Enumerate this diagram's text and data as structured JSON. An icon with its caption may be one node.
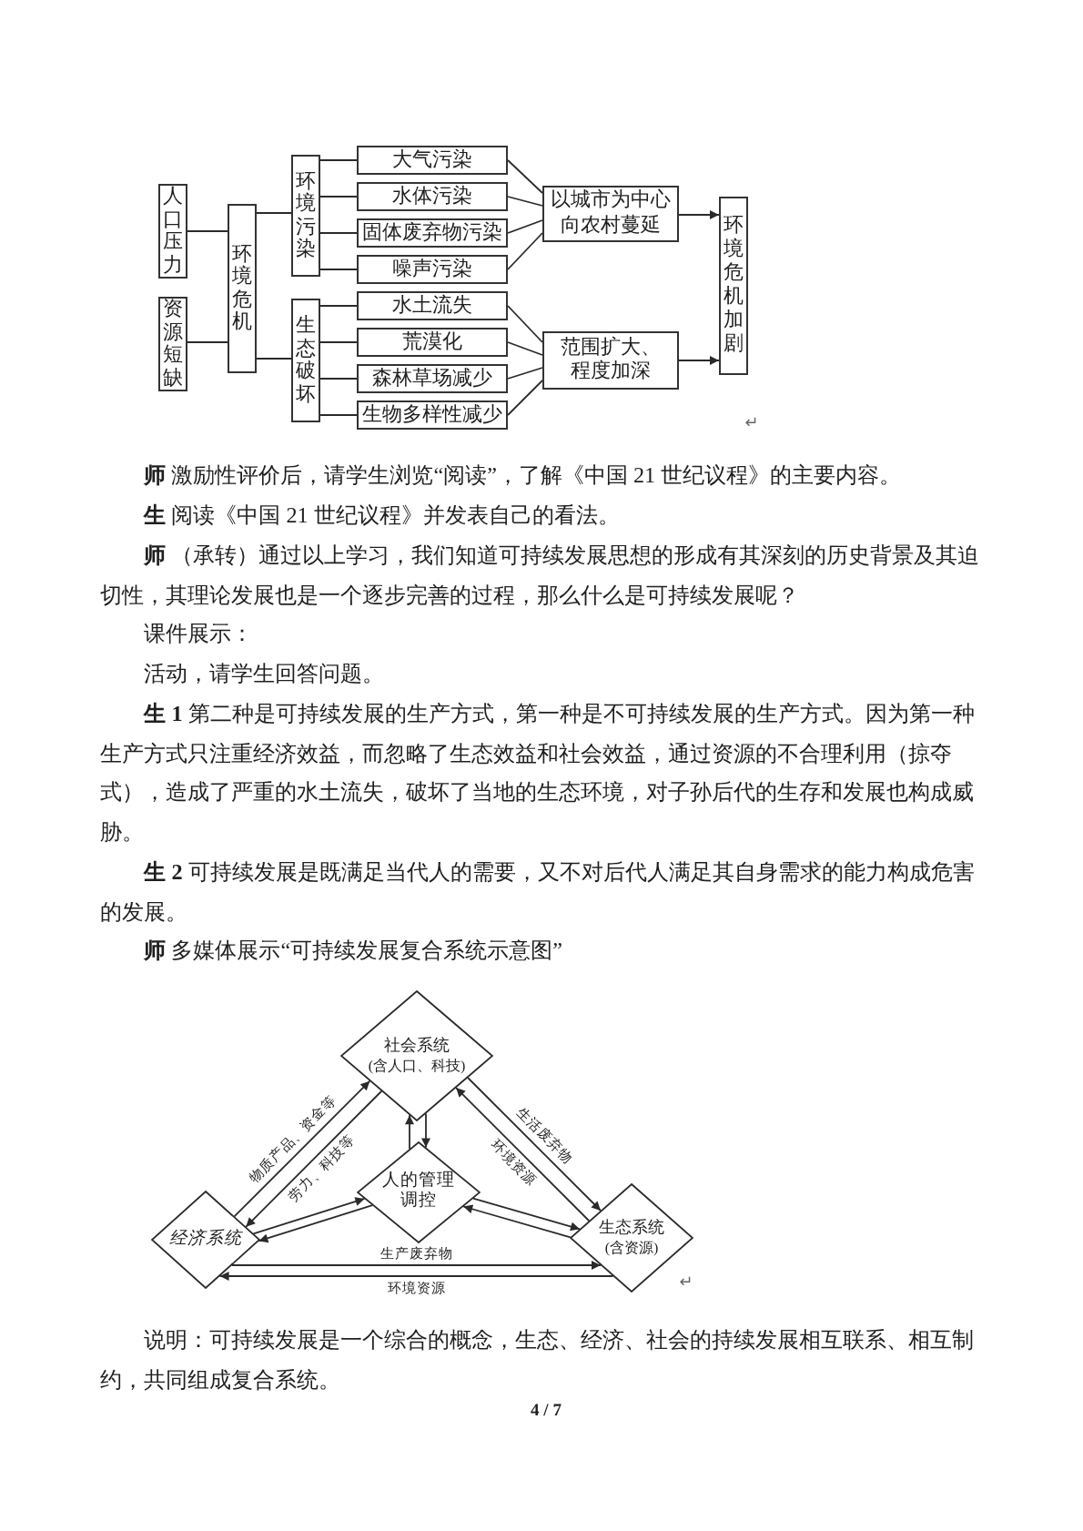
{
  "diagram": {
    "nodes": [
      {
        "text": [
          "人口压力"
        ]
      },
      {
        "text": [
          "资源短缺"
        ]
      },
      {
        "text": [
          "环境危机"
        ]
      },
      {
        "text": [
          "环境污染"
        ]
      },
      {
        "text": [
          "生态破坏"
        ]
      },
      {
        "text": [
          "大气污染"
        ]
      },
      {
        "text": [
          "水体污染"
        ]
      },
      {
        "text": [
          "固体废弃物污染"
        ]
      },
      {
        "text": [
          "噪声污染"
        ]
      },
      {
        "text": [
          "水土流失"
        ]
      },
      {
        "text": [
          "荒漠化"
        ]
      },
      {
        "text": [
          "森林草场减少"
        ]
      },
      {
        "text": [
          "生物多样性减少"
        ]
      },
      {
        "text": [
          "以城市为中心向农村蔓延"
        ]
      },
      {
        "text": [
          "范围扩大、程度加深"
        ]
      },
      {
        "text": [
          "环境危机加剧"
        ]
      },
      {
        "text": [
          "社会系统",
          "(含人口、科技)"
        ]
      },
      {
        "text": [
          "人的管理调控"
        ]
      },
      {
        "text": [
          "经济系统"
        ]
      },
      {
        "text": [
          "生态系统",
          "(含资源)"
        ]
      }
    ],
    "edges": [
      {
        "from": 0,
        "to": 2,
        "arrow": "none"
      },
      {
        "from": 1,
        "to": 2,
        "arrow": "none"
      },
      {
        "from": 2,
        "to": 3,
        "arrow": "none"
      },
      {
        "from": 2,
        "to": 4,
        "arrow": "none"
      },
      {
        "from": 3,
        "to": 5,
        "arrow": "none"
      },
      {
        "from": 3,
        "to": 6,
        "arrow": "none"
      },
      {
        "from": 3,
        "to": 7,
        "arrow": "none"
      },
      {
        "from": 3,
        "to": 8,
        "arrow": "none"
      },
      {
        "from": 4,
        "to": 9,
        "arrow": "none"
      },
      {
        "from": 4,
        "to": 10,
        "arrow": "none"
      },
      {
        "from": 4,
        "to": 11,
        "arrow": "none"
      },
      {
        "from": 4,
        "to": 12,
        "arrow": "none"
      },
      {
        "from": 5,
        "to": 13,
        "arrow": "none"
      },
      {
        "from": 6,
        "to": 13,
        "arrow": "none"
      },
      {
        "from": 7,
        "to": 13,
        "arrow": "none"
      },
      {
        "from": 8,
        "to": 13,
        "arrow": "none"
      },
      {
        "from": 9,
        "to": 14,
        "arrow": "none"
      },
      {
        "from": 10,
        "to": 14,
        "arrow": "none"
      },
      {
        "from": 11,
        "to": 14,
        "arrow": "none"
      },
      {
        "from": 12,
        "to": 14,
        "arrow": "none"
      },
      {
        "from": 13,
        "to": 15,
        "arrow": "to"
      },
      {
        "from": 14,
        "to": 15,
        "arrow": "to"
      },
      {
        "from": 18,
        "to": 16,
        "arrow": "to",
        "label": "物质产品、资金等"
      },
      {
        "from": 16,
        "to": 18,
        "arrow": "to",
        "label": "劳力、科技等"
      },
      {
        "from": 16,
        "to": 19,
        "arrow": "to",
        "label": "生活废弃物"
      },
      {
        "from": 19,
        "to": 16,
        "arrow": "to",
        "label": "环境资源"
      },
      {
        "from": 17,
        "to": 16,
        "arrow": "to"
      },
      {
        "from": 16,
        "to": 17,
        "arrow": "to"
      },
      {
        "from": 18,
        "to": 17,
        "arrow": "to"
      },
      {
        "from": 17,
        "to": 18,
        "arrow": "to"
      },
      {
        "from": 17,
        "to": 19,
        "arrow": "to"
      },
      {
        "from": 19,
        "to": 17,
        "arrow": "to"
      },
      {
        "from": 18,
        "to": 19,
        "arrow": "to",
        "label": "生产废弃物"
      },
      {
        "from": 19,
        "to": 18,
        "arrow": "to",
        "label": "环境资源"
      }
    ],
    "labels": [
      "↵",
      "**师** 激励性评价后，请学生浏览“阅读”，了解《中国 21 世纪议程》的主要内容。",
      "**生** 阅读《中国 21 世纪议程》并发表自己的看法。",
      "**师** （承转）通过以上学习，我们知道可持续发展思想的形成有其深刻的历史背景及其迫切性，其理论发展也是一个逐步完善的过程，那么什么是可持续发展呢？",
      "课件展示：",
      "活动，请学生回答问题。",
      "**生 1** 第二种是可持续发展的生产方式，第一种是不可持续发展的生产方式。因为第一种生产方式只注重经济效益，而忽略了生态效益和社会效益，通过资源的不合理利用（掠夺式），造成了严重的水土流失，破坏了当地的生态环境，对子孙后代的生存和发展也构成威胁。",
      "**生 2** 可持续发展是既满足当代人的需要，又不对后代人满足其自身需求的能力构成危害的发展。",
      "**师** 多媒体展示“可持续发展复合系统示意图”",
      "↵",
      "说明：可持续发展是一个综合的概念，生态、经济、社会的持续发展相互联系、相互制约，共同组成复合系统。",
      "4 / 7"
    ]
  }
}
